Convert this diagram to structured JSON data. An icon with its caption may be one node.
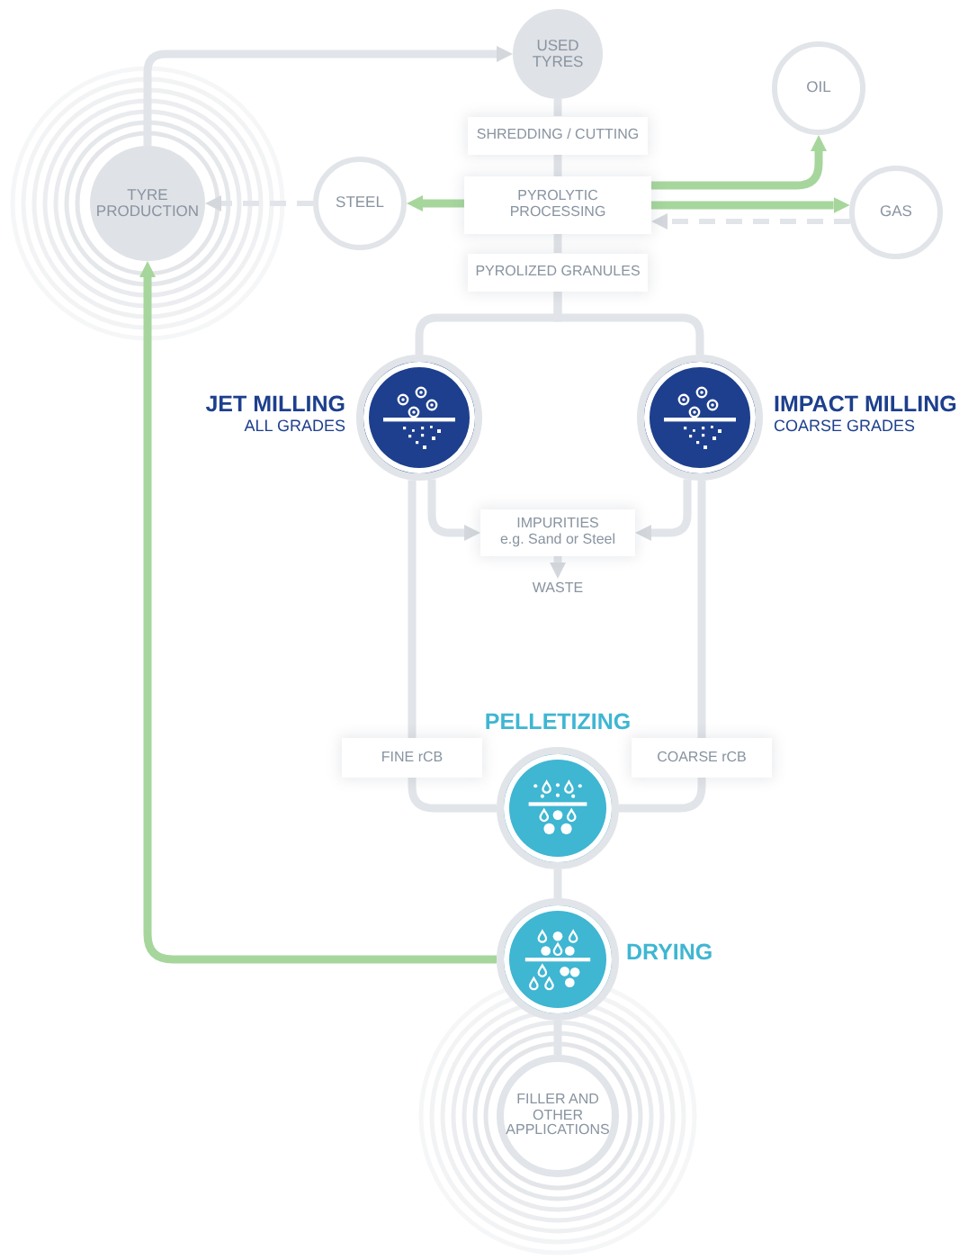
{
  "diagram": {
    "nodes": [
      {
        "text": [
          "USED TYRES"
        ]
      },
      {
        "text": [
          "TYRE PRODUCTION"
        ]
      },
      {
        "text": [
          "SHREDDING / CUTTING"
        ]
      },
      {
        "text": [
          "PYROLYTIC PROCESSING"
        ]
      },
      {
        "text": [
          "PYROLIZED GRANULES"
        ]
      },
      {
        "text": [
          "STEEL"
        ]
      },
      {
        "text": [
          "OIL"
        ]
      },
      {
        "text": [
          "GAS"
        ]
      },
      {
        "text": [
          "JET MILLING",
          "ALL GRADES"
        ]
      },
      {
        "text": [
          "IMPACT MILLING",
          "COARSE GRADES"
        ]
      },
      {
        "text": [
          "IMPURITIES",
          "e.g. Sand or Steel"
        ]
      },
      {
        "text": [
          "WASTE"
        ]
      },
      {
        "text": [
          "FINE rCB"
        ]
      },
      {
        "text": [
          "COARSE rCB"
        ]
      },
      {
        "text": [
          "PELLETIZING"
        ]
      },
      {
        "text": [
          "DRYING"
        ]
      },
      {
        "text": [
          "FILLER AND OTHER APPLICATIONS"
        ]
      }
    ],
    "edges": [
      {
        "from": 1,
        "to": 0,
        "arrow": "to"
      },
      {
        "from": 0,
        "to": 2,
        "arrow": "none"
      },
      {
        "from": 2,
        "to": 3,
        "arrow": "none"
      },
      {
        "from": 3,
        "to": 4,
        "arrow": "none"
      },
      {
        "from": 3,
        "to": 5,
        "arrow": "to",
        "color": "#a6d69c"
      },
      {
        "from": 5,
        "to": 1,
        "arrow": "to",
        "style": "dashed"
      },
      {
        "from": 3,
        "to": 6,
        "arrow": "to",
        "color": "#a6d69c"
      },
      {
        "from": 3,
        "to": 7,
        "arrow": "to",
        "color": "#a6d69c"
      },
      {
        "from": 7,
        "to": 3,
        "arrow": "to",
        "style": "dashed"
      },
      {
        "from": 4,
        "to": 8,
        "arrow": "none"
      },
      {
        "from": 4,
        "to": 9,
        "arrow": "none"
      },
      {
        "from": 8,
        "to": 10,
        "arrow": "to"
      },
      {
        "from": 9,
        "to": 10,
        "arrow": "to"
      },
      {
        "from": 10,
        "to": 11,
        "arrow": "to"
      },
      {
        "from": 8,
        "to": 12,
        "arrow": "none"
      },
      {
        "from": 9,
        "to": 13,
        "arrow": "none"
      },
      {
        "from": 12,
        "to": 14,
        "arrow": "none"
      },
      {
        "from": 13,
        "to": 14,
        "arrow": "none"
      },
      {
        "from": 14,
        "to": 15,
        "arrow": "none"
      },
      {
        "from": 15,
        "to": 16,
        "arrow": "none"
      },
      {
        "from": 15,
        "to": 1,
        "arrow": "to",
        "color": "#a6d69c"
      }
    ]
  }
}
